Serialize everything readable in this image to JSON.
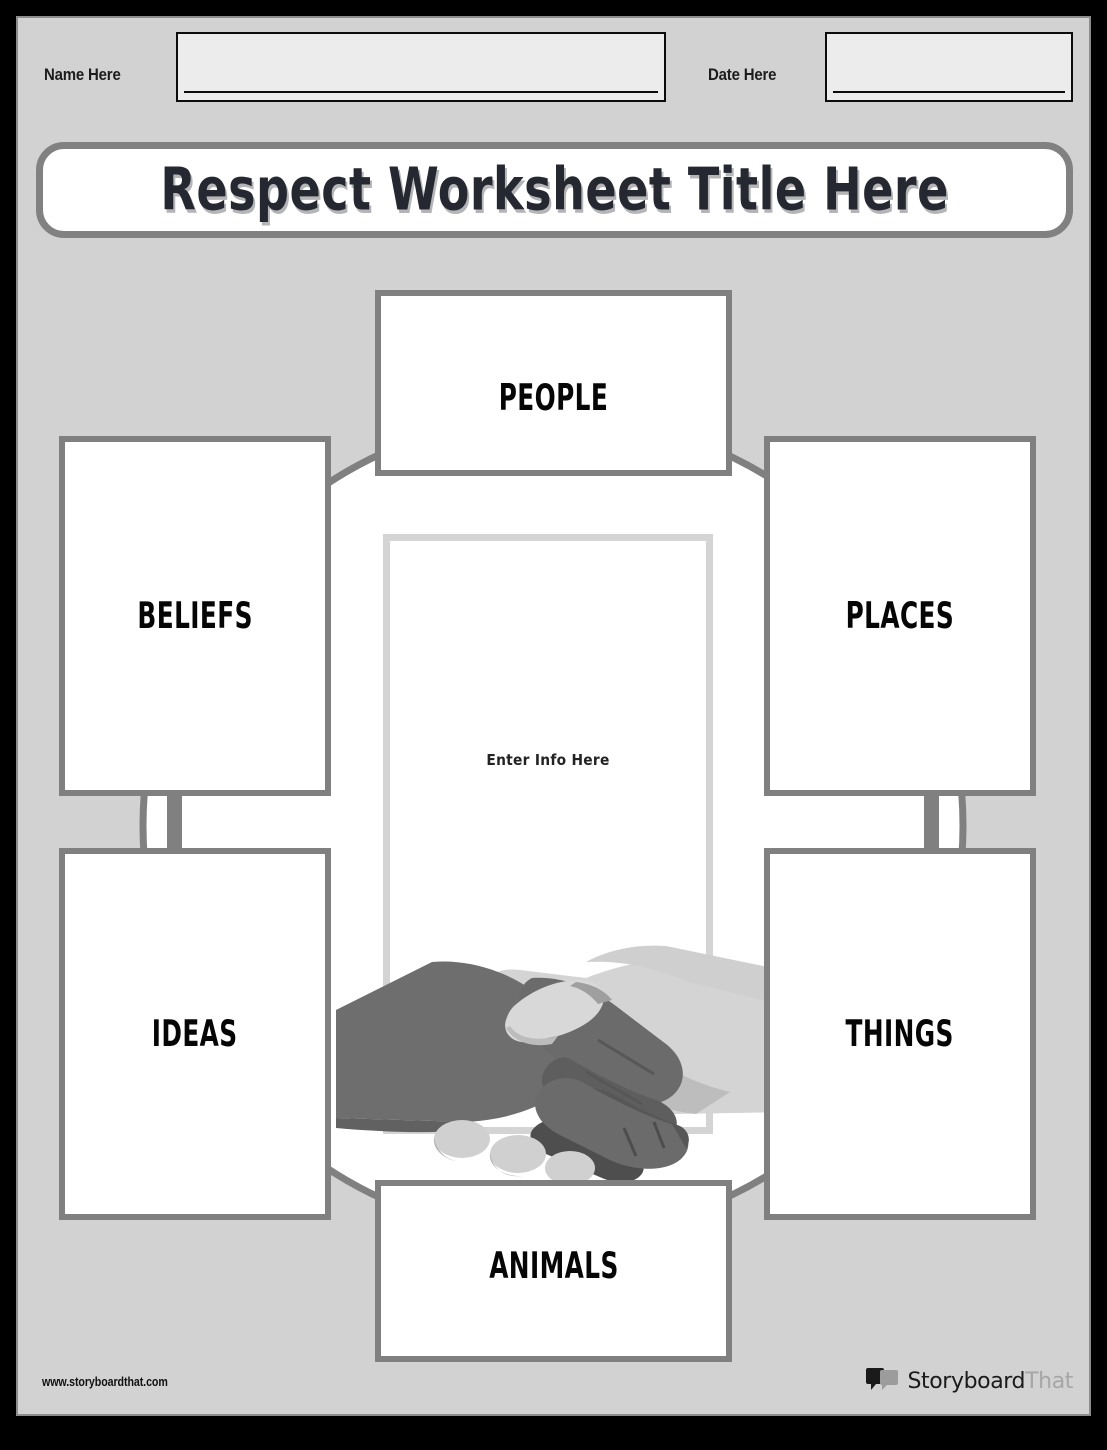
{
  "header": {
    "name_label": "Name Here",
    "name_value": "",
    "date_label": "Date Here",
    "date_value": ""
  },
  "title": {
    "text": "Respect Worksheet Title Here"
  },
  "diagram": {
    "center": {
      "label": "Enter Info Here",
      "value": ""
    },
    "categories": [
      {
        "id": "people",
        "label": "PEOPLE",
        "value": ""
      },
      {
        "id": "beliefs",
        "label": "BELIEFS",
        "value": ""
      },
      {
        "id": "places",
        "label": "PLACES",
        "value": ""
      },
      {
        "id": "ideas",
        "label": "IDEAS",
        "value": ""
      },
      {
        "id": "things",
        "label": "THINGS",
        "value": ""
      },
      {
        "id": "animals",
        "label": "ANIMALS",
        "value": ""
      }
    ],
    "illustration": "handshake-icon"
  },
  "footer": {
    "url": "www.storyboardthat.com",
    "brand_name": "Storyboard",
    "brand_suffix": "That",
    "brand_icon": "speech-bubbles-icon"
  },
  "colors": {
    "page_background": "#d2d2d2",
    "box_border": "#808080",
    "box_fill": "#ffffff",
    "center_border": "#d4d4d4",
    "title_text": "#252830",
    "field_fill": "#ececec",
    "hand_dark": "#6e6e6e",
    "hand_light": "#d0d0d0",
    "brand_gray": "#a6a6a6"
  }
}
